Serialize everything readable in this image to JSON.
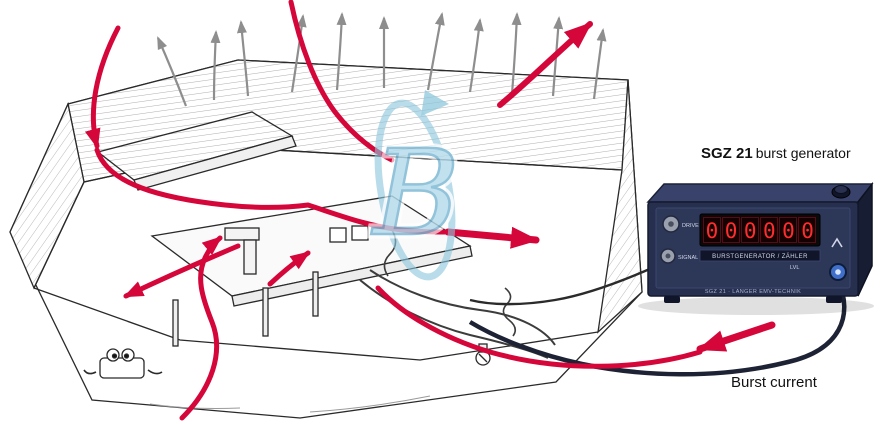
{
  "title": {
    "model": "SGZ 21",
    "descriptor": "burst generator"
  },
  "labels": {
    "burst_current": "Burst current",
    "field_symbol": "B"
  },
  "device": {
    "display_value": "000000",
    "panel_label": "BURSTGENERATOR / ZÄHLER",
    "knob_labels": {
      "drive": "DRIVE",
      "signal": "SIGNAL",
      "level": "LVL"
    },
    "footer": "SGZ 21 · LANGER EMV-TECHNIK"
  },
  "colors": {
    "current_red": "#d5063a",
    "field_gray": "#8e8e8e",
    "flux_blue": "#8cc6dc",
    "device_body": "#262f4e",
    "display_digits": "#ff2e2e"
  }
}
